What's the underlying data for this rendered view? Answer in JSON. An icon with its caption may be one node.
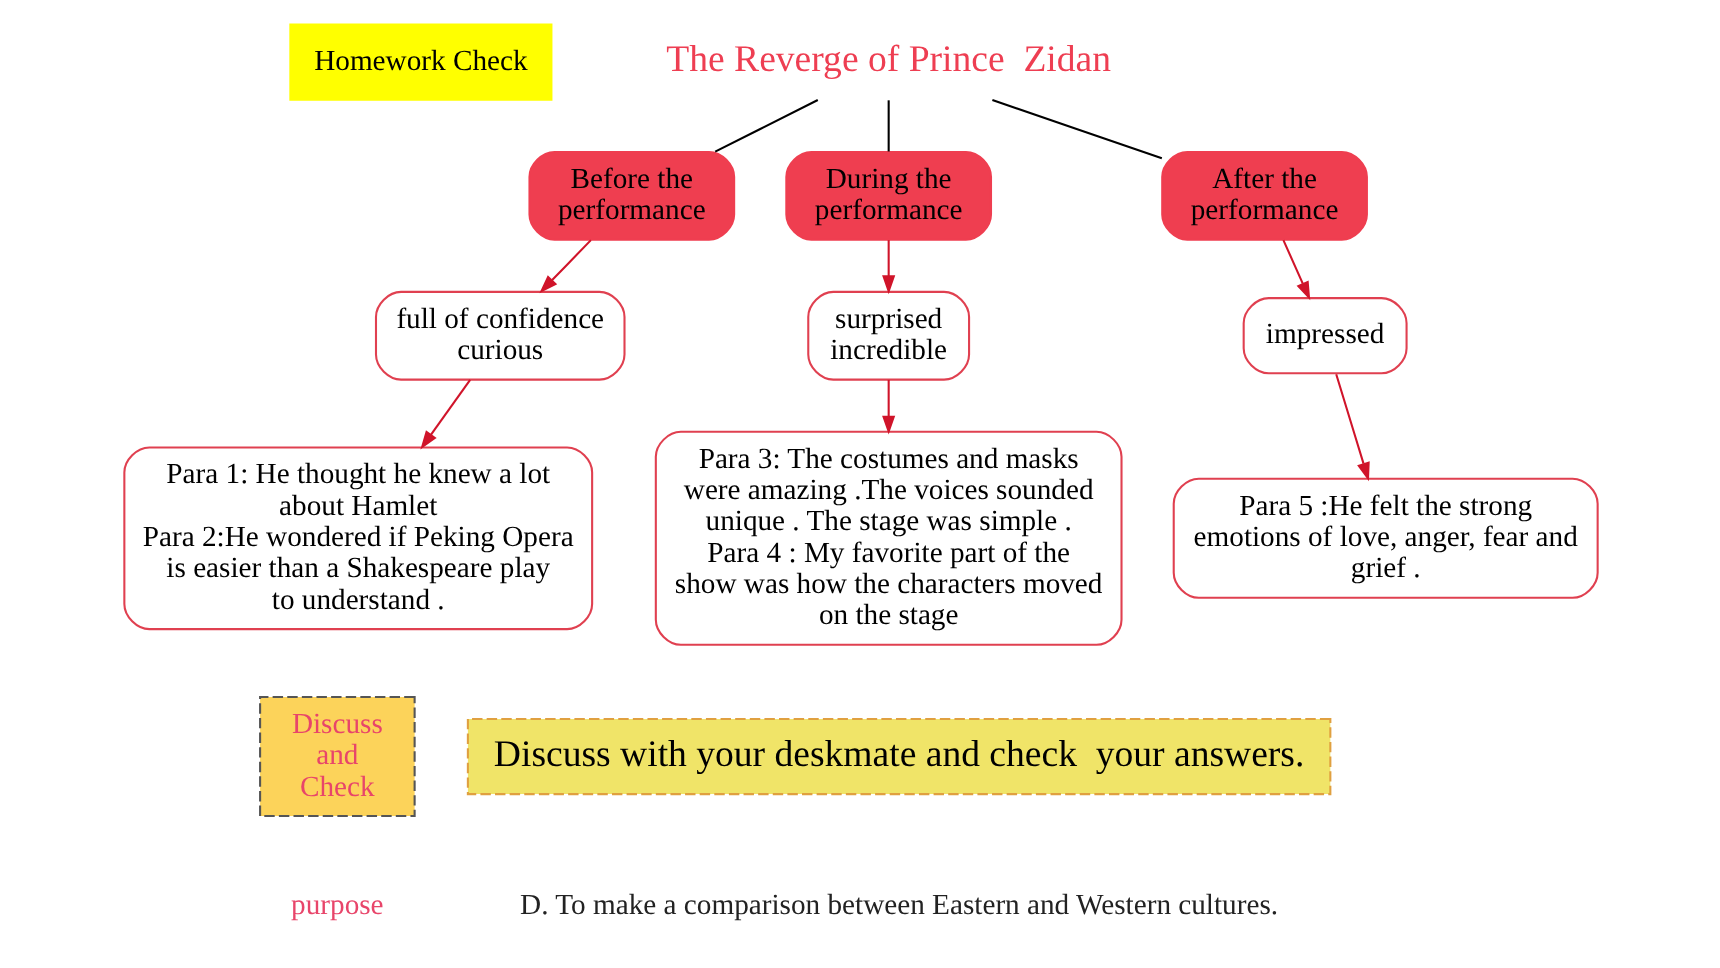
{
  "diagram": {
    "nodes": [
      {
        "text": [
          "Homework Check"
        ]
      },
      {
        "text": [
          "The Reverge of Prince  Zidan"
        ]
      },
      {
        "text": [
          "Before the performance"
        ]
      },
      {
        "text": [
          "During the performance"
        ]
      },
      {
        "text": [
          "After the performance"
        ]
      },
      {
        "text": [
          "full of confidence",
          "curious"
        ]
      },
      {
        "text": [
          "surprised",
          "incredible"
        ]
      },
      {
        "text": [
          "impressed"
        ]
      },
      {
        "text": [
          "Para 1: He thought he knew a lot about Hamlet",
          "Para 2:He wondered if Peking Opera is easier than a Shakespeare play to understand ."
        ]
      },
      {
        "text": [
          "Para 3: The costumes and masks were amazing .The voices sounded unique . The stage was simple .",
          "Para 4 : My favorite part of the show was how the characters moved on the stage"
        ]
      },
      {
        "text": [
          "Para 5 :He felt the strong emotions of love, anger, fear and grief ."
        ]
      },
      {
        "text": [
          "Discuss and Check"
        ]
      },
      {
        "text": [
          "Discuss with your deskmate and check  your answers."
        ]
      }
    ],
    "edges": [
      {
        "from": 1,
        "to": 2,
        "arrow": "none",
        "color": "#000000"
      },
      {
        "from": 1,
        "to": 3,
        "arrow": "none",
        "color": "#000000"
      },
      {
        "from": 1,
        "to": 4,
        "arrow": "none",
        "color": "#000000"
      },
      {
        "from": 2,
        "to": 5,
        "arrow": "to"
      },
      {
        "from": 5,
        "to": 8,
        "arrow": "to"
      },
      {
        "from": 3,
        "to": 6,
        "arrow": "to"
      },
      {
        "from": 6,
        "to": 9,
        "arrow": "to"
      },
      {
        "from": 4,
        "to": 7,
        "arrow": "to"
      },
      {
        "from": 7,
        "to": 10,
        "arrow": "to"
      }
    ],
    "labels": [
      "purpose",
      "D. To make a comparison between Eastern and Western cultures."
    ]
  }
}
